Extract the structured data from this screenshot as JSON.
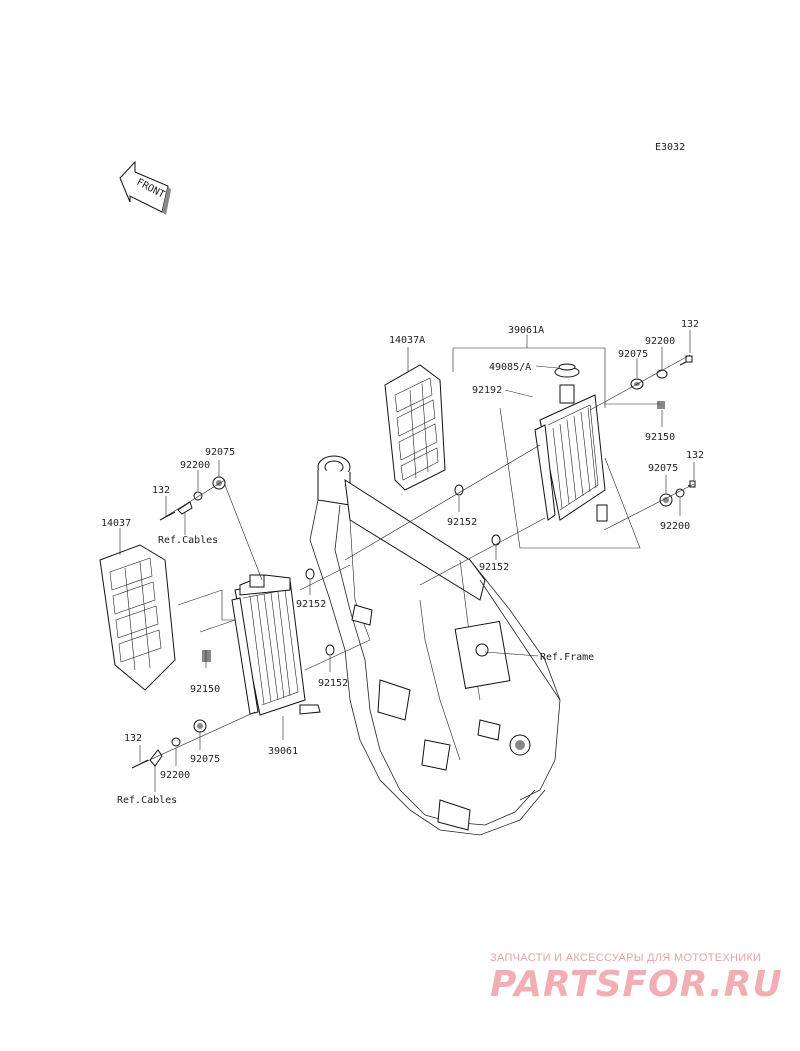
{
  "diagram_code": "E3032",
  "front_label": "FRONT",
  "labels": {
    "l_39061A": "39061A",
    "l_14037A": "14037A",
    "l_49085A": "49085/A",
    "l_92192": "92192",
    "l_92075_rt": "92075",
    "l_92200_rt": "92200",
    "l_132_rt": "132",
    "l_92150_r": "92150",
    "l_92075_rb": "92075",
    "l_132_rb": "132",
    "l_92200_rb": "92200",
    "l_92152_r1": "92152",
    "l_92152_r2": "92152",
    "l_92075_lt": "92075",
    "l_92200_lt": "92200",
    "l_132_lt": "132",
    "l_refcables_lt": "Ref.Cables",
    "l_14037": "14037",
    "l_92152_l1": "92152",
    "l_92150_l": "92150",
    "l_92152_l2": "92152",
    "l_refframe": "Ref.Frame",
    "l_39061": "39061",
    "l_132_lb": "132",
    "l_92200_lb": "92200",
    "l_92075_lb": "92075",
    "l_refcables_lb": "Ref.Cables"
  },
  "watermark": {
    "tagline": "ЗАПЧАСТИ И АКСЕССУАРЫ ДЛЯ МОТОТЕХНИКИ",
    "logo": "PARTSFOR.RU"
  }
}
